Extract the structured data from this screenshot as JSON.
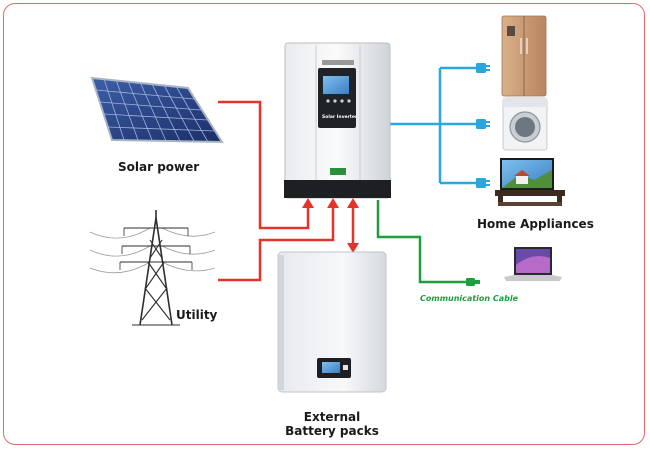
{
  "labels": {
    "solar_power": "Solar power",
    "utility": "Utility",
    "home_appliances": "Home Appliances",
    "communication_cable": "Communication Cable",
    "battery_line1": "External",
    "battery_line2": "Battery packs",
    "inverter_panel": "Solar Inverter"
  },
  "colors": {
    "frame_border": "#e06a6a",
    "power_line": "#e5332a",
    "appliance_line": "#2aa7dc",
    "comm_line": "#1e9e3c",
    "comm_text": "#1e9e3c"
  },
  "icons": [
    "solar-panel-icon",
    "power-tower-icon",
    "inverter-icon",
    "battery-pack-icon",
    "refrigerator-icon",
    "washing-machine-icon",
    "tv-icon",
    "laptop-icon",
    "plug-icon"
  ]
}
